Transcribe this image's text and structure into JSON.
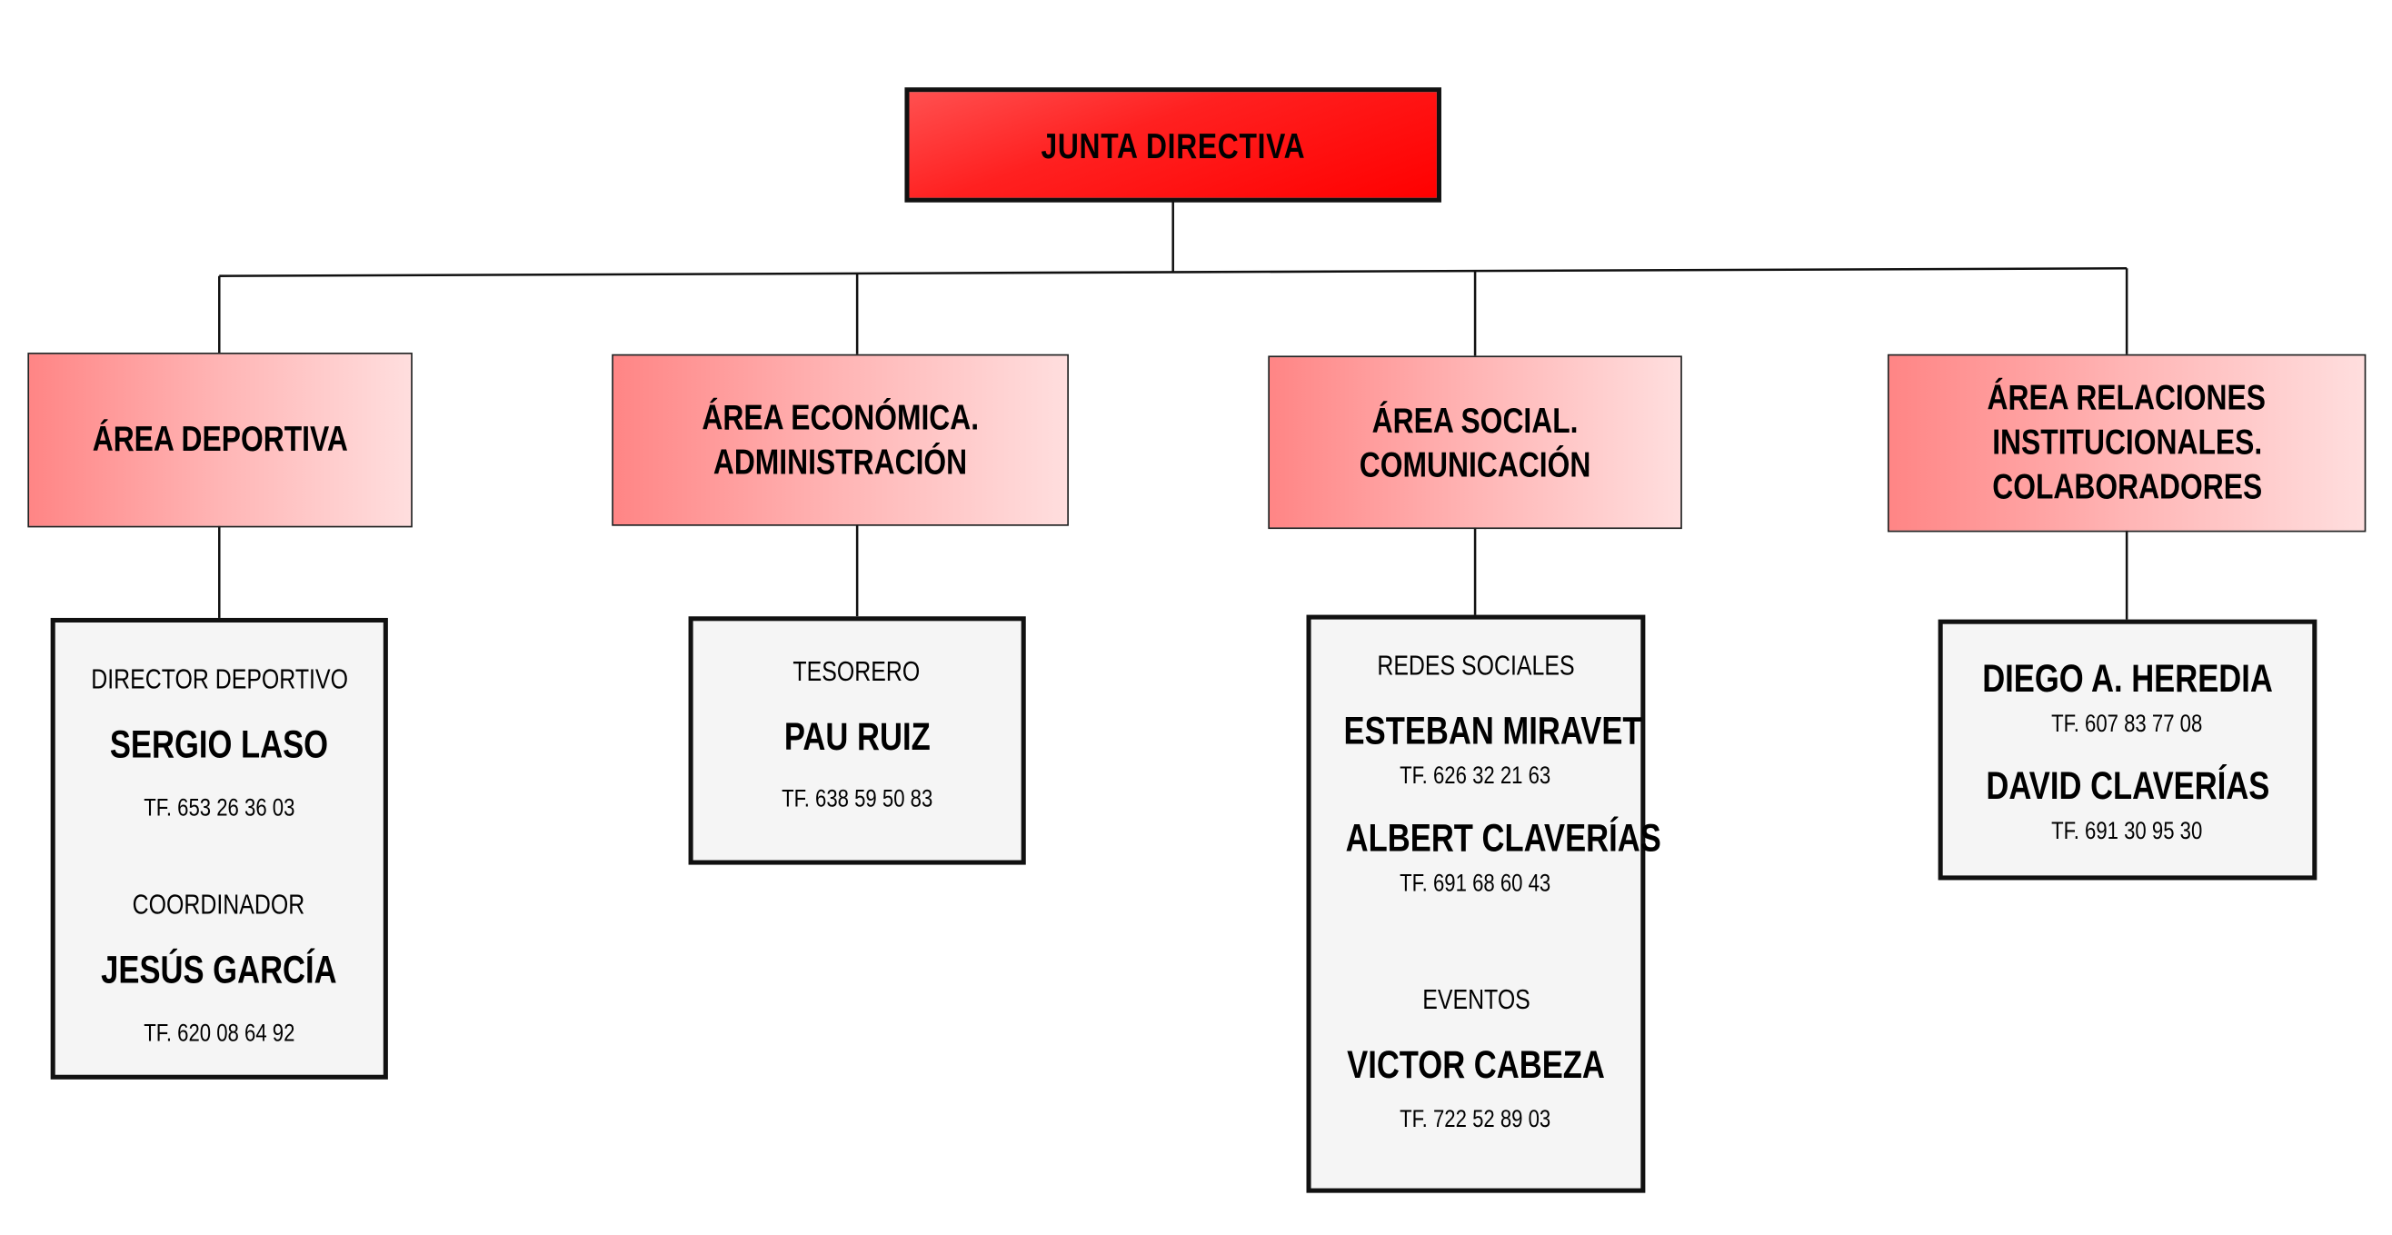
{
  "top": {
    "label": "JUNTA DIRECTIVA"
  },
  "areas": [
    {
      "lines": [
        "ÁREA DEPORTIVA"
      ]
    },
    {
      "lines": [
        "ÁREA ECONÓMICA.",
        "ADMINISTRACIÓN"
      ]
    },
    {
      "lines": [
        "ÁREA SOCIAL.",
        "COMUNICACIÓN"
      ]
    },
    {
      "lines": [
        "ÁREA RELACIONES",
        "INSTITUCIONALES.",
        "COLABORADORES"
      ]
    }
  ],
  "details": [
    {
      "role1": "DIRECTOR DEPORTIVO",
      "name1": "SERGIO LASO",
      "tel1": "TF. 653 26 36 03",
      "role2": "COORDINADOR",
      "name2": "JESÚS GARCÍA",
      "tel2": "TF. 620 08 64 92"
    },
    {
      "role1": "TESORERO",
      "name1": "PAU RUIZ",
      "tel1": "TF. 638 59 50 83"
    },
    {
      "role1": "REDES SOCIALES",
      "name1": "ESTEBAN MIRAVET",
      "tel1": "TF. 626 32 21 63",
      "name2": "ALBERT CLAVERÍAS",
      "tel2": "TF. 691 68 60 43",
      "role3": "EVENTOS",
      "name3": "VICTOR CABEZA",
      "tel3": "TF. 722 52 89 03"
    },
    {
      "name1": "DIEGO A. HEREDIA",
      "tel1": "TF. 607 83 77 08",
      "name2": "DAVID CLAVERÍAS",
      "tel2": "TF. 691 30 95 30"
    }
  ],
  "colors": {
    "top": "#ff0000",
    "area_left": "#ff8585",
    "area_right": "#ffdede",
    "detail": "#f5f5f5"
  }
}
